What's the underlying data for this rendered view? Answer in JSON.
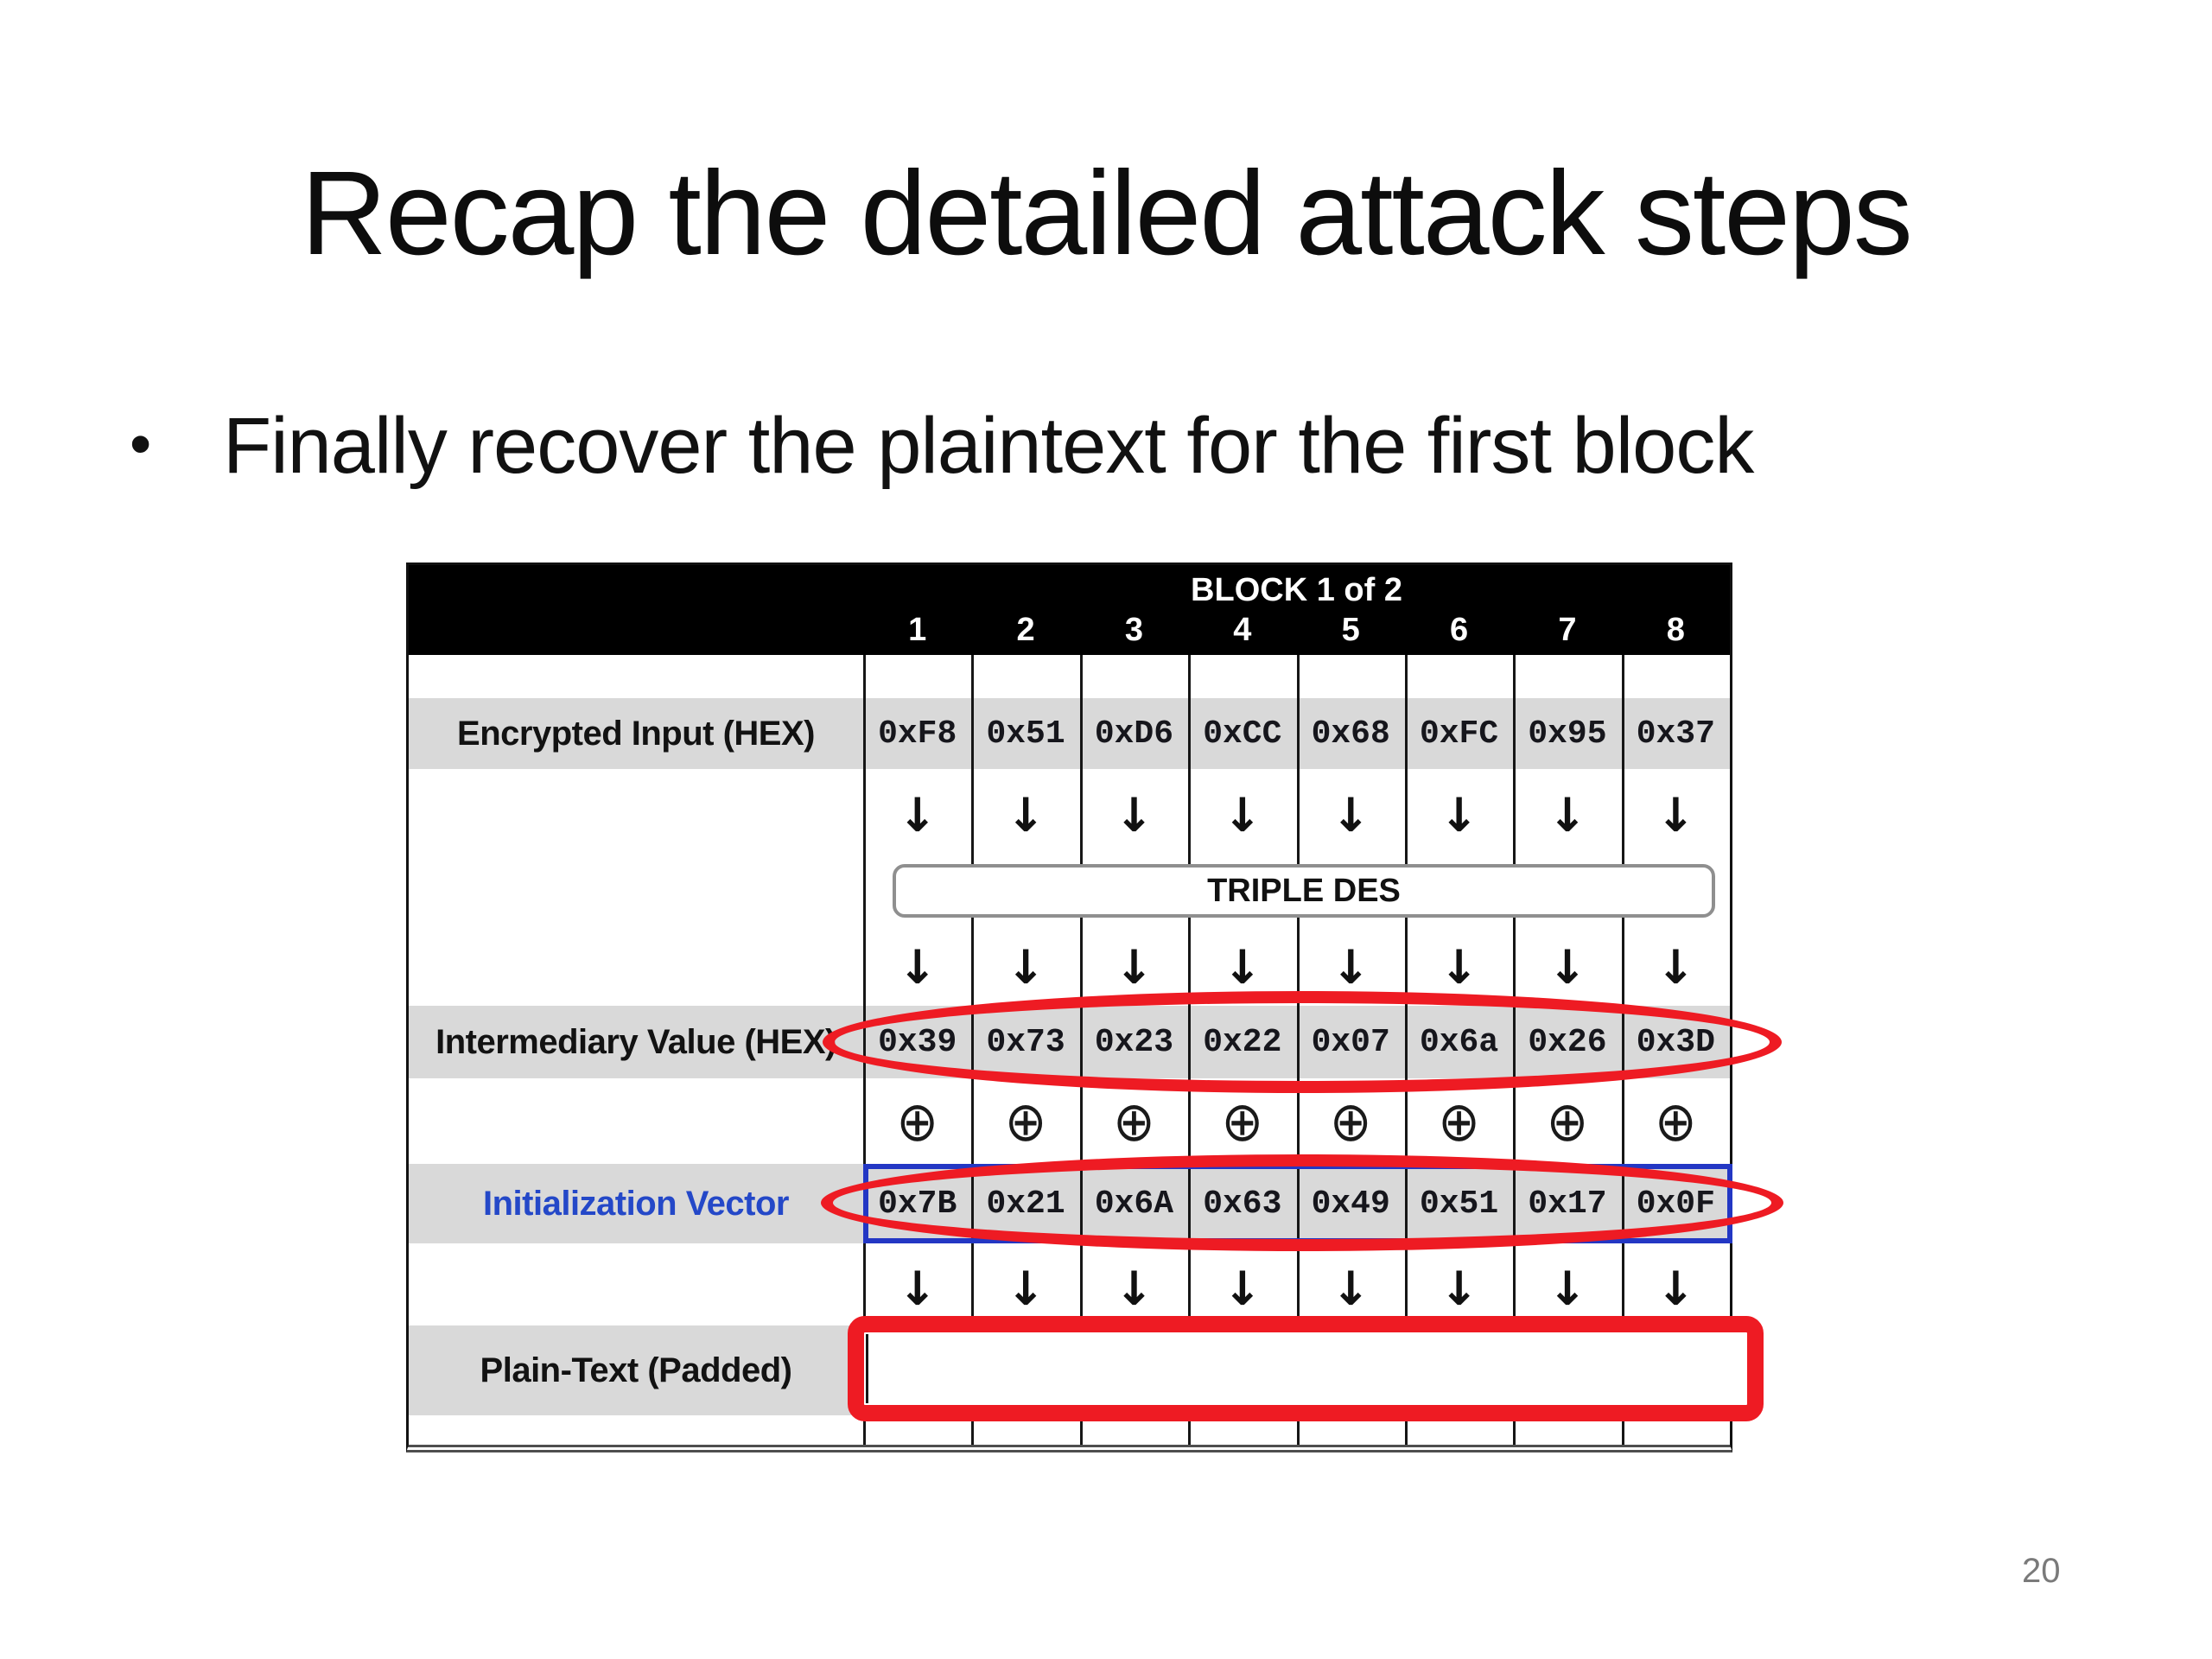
{
  "slide": {
    "title": "Recap the detailed attack steps",
    "bullet_glyph": "•",
    "bullet": "Finally recover the plaintext for the first block",
    "page_number": "20"
  },
  "table": {
    "block_header": "BLOCK 1 of 2",
    "column_numbers": [
      "1",
      "2",
      "3",
      "4",
      "5",
      "6",
      "7",
      "8"
    ],
    "triple_des_label": "TRIPLE DES",
    "rows": {
      "encrypted": {
        "label": "Encrypted Input (HEX)",
        "values": [
          "0xF8",
          "0x51",
          "0xD6",
          "0xCC",
          "0x68",
          "0xFC",
          "0x95",
          "0x37"
        ]
      },
      "intermediary": {
        "label": "Intermediary Value (HEX)",
        "values": [
          "0x39",
          "0x73",
          "0x23",
          "0x22",
          "0x07",
          "0x6a",
          "0x26",
          "0x3D"
        ]
      },
      "iv": {
        "label": "Initialization Vector",
        "values": [
          "0x7B",
          "0x21",
          "0x6A",
          "0x63",
          "0x49",
          "0x51",
          "0x17",
          "0x0F"
        ]
      },
      "plaintext": {
        "label": "Plain-Text (Padded)",
        "values": [
          "",
          "",
          "",
          "",
          "",
          "",
          "",
          ""
        ]
      }
    },
    "symbols": {
      "down_arrow": "↓",
      "xor": "⊕"
    }
  },
  "colors": {
    "band_gray": "#d9d9d9",
    "annotation_red": "#ee1b23",
    "iv_blue": "#2337c4",
    "label_blue": "#2448c8",
    "header_black": "#000000",
    "page_gray": "#7a7a7a"
  }
}
